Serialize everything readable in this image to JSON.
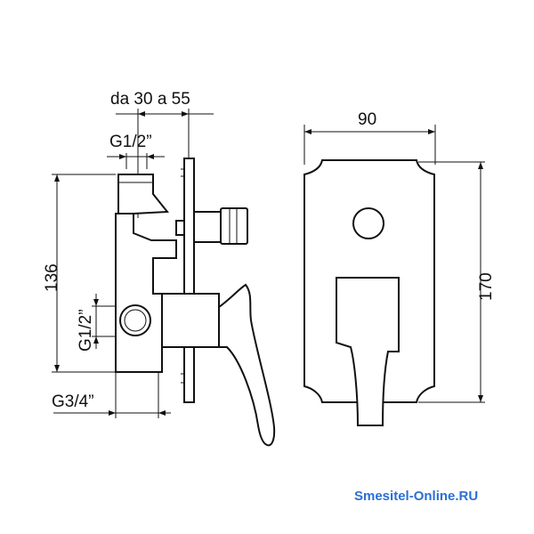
{
  "dimensions": {
    "adjust_range": "da 30 a 55",
    "thread_top": "G1/2”",
    "thread_side": "G1/2”",
    "thread_bottom": "G3/4”",
    "height_side": "136",
    "width_front": "90",
    "height_front": "170"
  },
  "watermark": "Smesitel-Online.RU",
  "colors": {
    "line": "#111111",
    "watermark": "#2a6fd6"
  }
}
